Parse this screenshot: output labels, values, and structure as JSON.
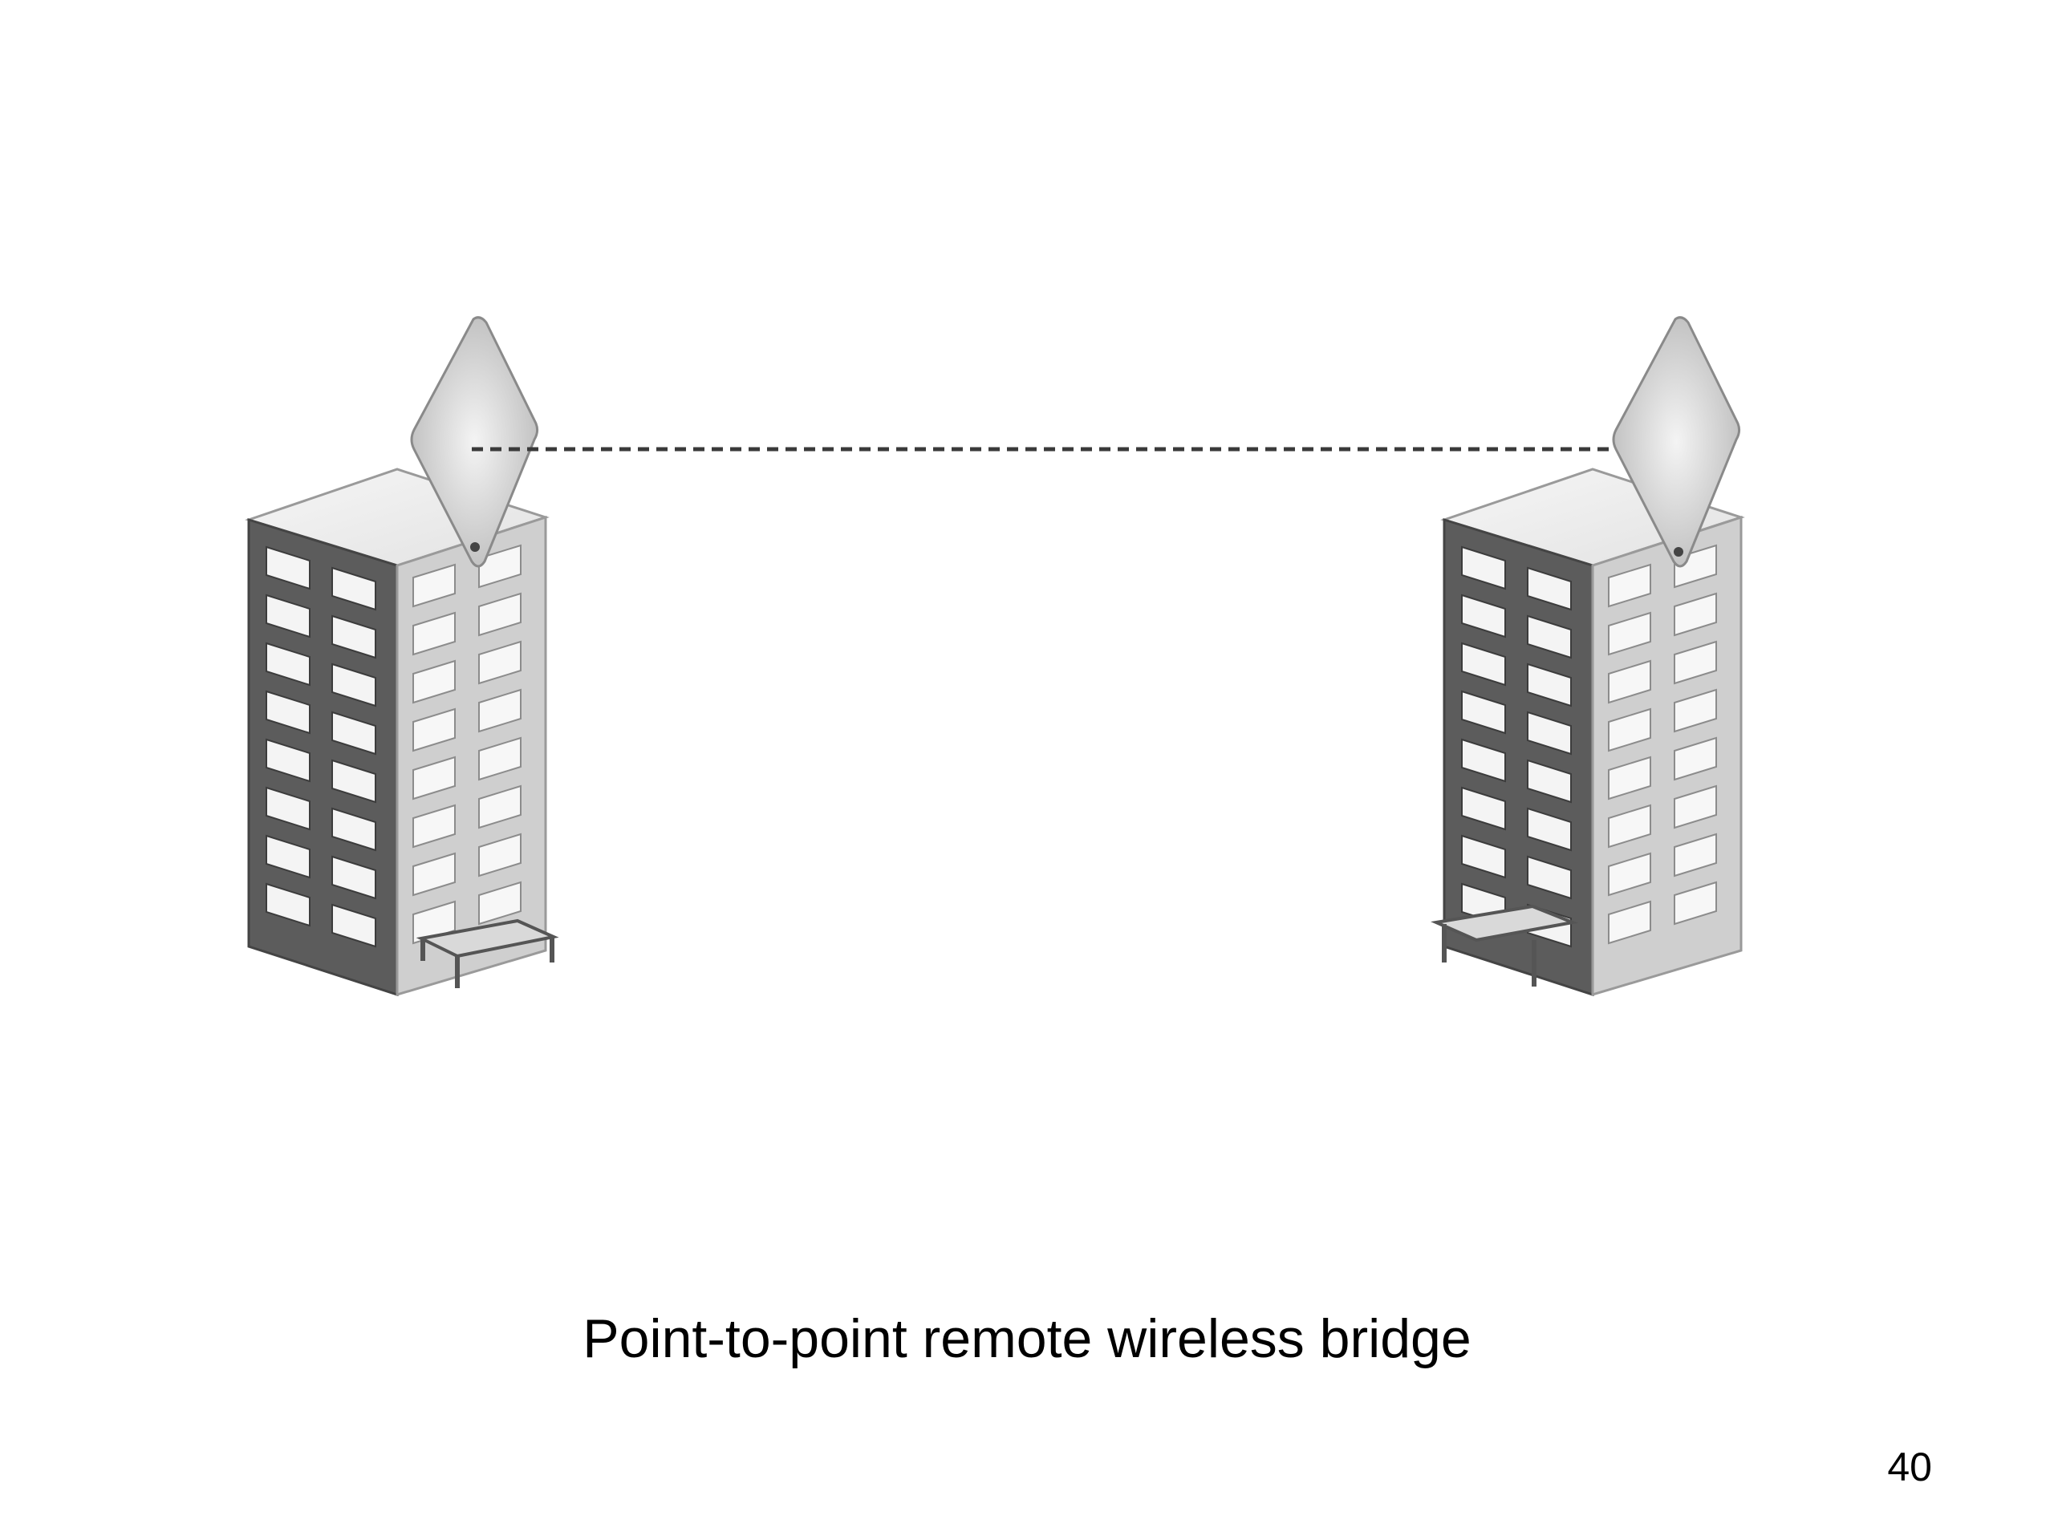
{
  "slide": {
    "caption": "Point-to-point remote wireless bridge",
    "page_number": "40"
  },
  "colors": {
    "background": "#ffffff",
    "building_dark_face": "#5c5c5c",
    "building_light_face": "#cfcfcf",
    "building_roof": "#efefef",
    "window_fill": "#f4f4f4",
    "link_line": "#3a3a3a",
    "antenna": "#d6d6d6"
  },
  "diagram": {
    "left_site": {
      "icon": "office-building-icon",
      "antenna_icon": "panel-antenna-icon"
    },
    "right_site": {
      "icon": "office-building-icon",
      "antenna_icon": "panel-antenna-icon"
    },
    "link": {
      "style": "dashed"
    }
  }
}
